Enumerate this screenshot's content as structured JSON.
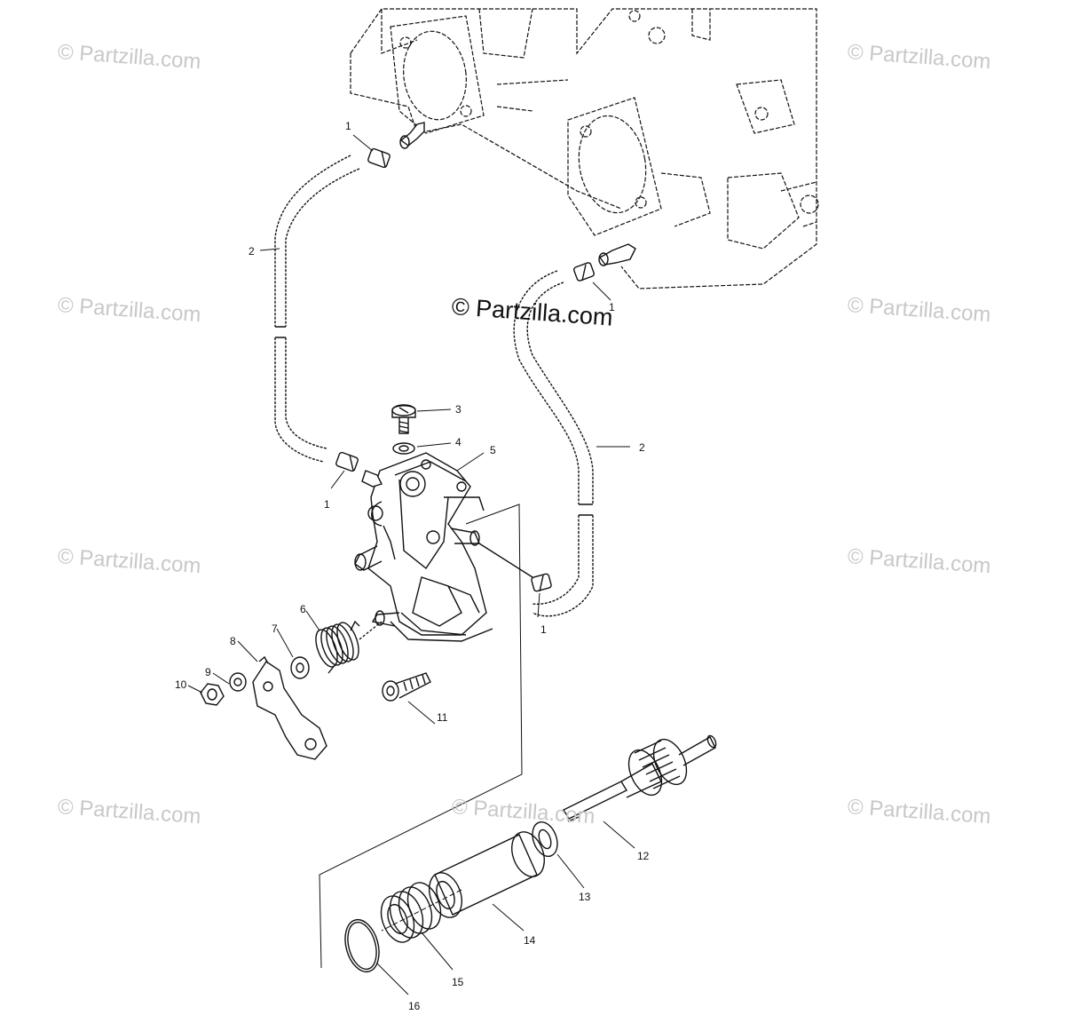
{
  "watermark": {
    "repeat_text": "© Partzilla.com",
    "center_text": "© Partzilla.com"
  },
  "callouts": {
    "c1_top": "1",
    "c1_right": "1",
    "c1_mid": "1",
    "c1_lower": "1",
    "c2_left": "2",
    "c2_right": "2",
    "c3": "3",
    "c4": "4",
    "c5": "5",
    "c6": "6",
    "c7": "7",
    "c8": "8",
    "c9": "9",
    "c10": "10",
    "c11": "11",
    "c12": "12",
    "c13": "13",
    "c14": "14",
    "c15": "15",
    "c16": "16"
  },
  "colors": {
    "line": "#111111",
    "watermark": "#c8c8c8",
    "background": "#ffffff"
  }
}
